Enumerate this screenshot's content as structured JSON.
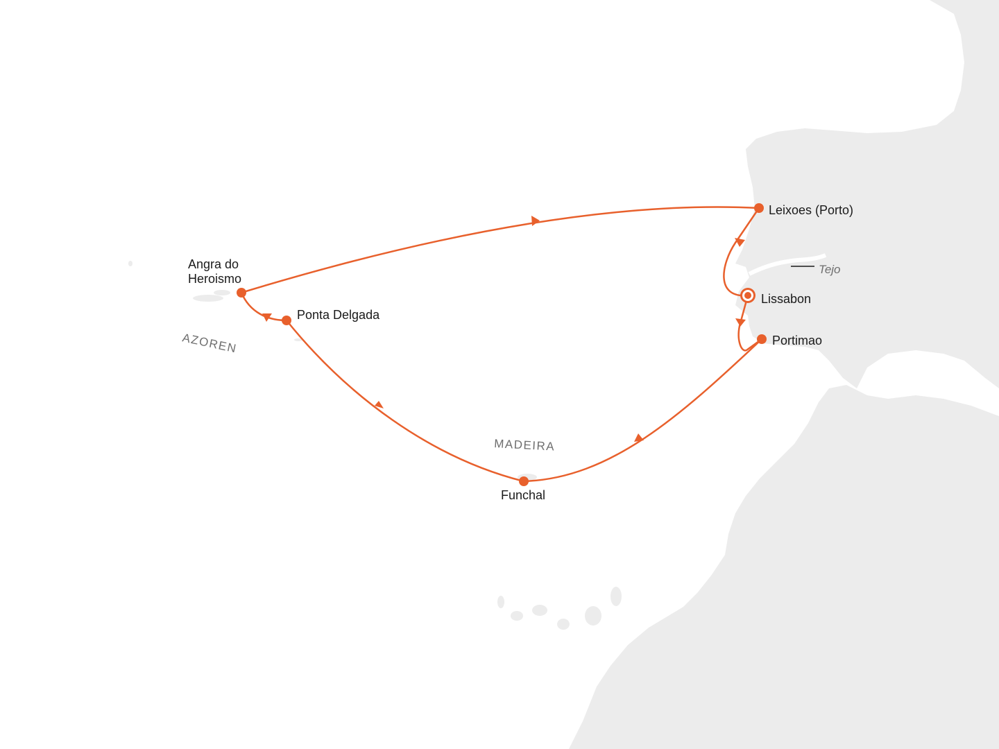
{
  "map": {
    "colors": {
      "route": "#e8602c",
      "land": "#ececec",
      "sea": "#ffffff",
      "label": "#1a1a1a",
      "region_label": "#6e6e6e"
    },
    "ports": [
      {
        "name": "Lissabon",
        "role": "start-end"
      },
      {
        "name": "Leixoes (Porto)",
        "role": "stop"
      },
      {
        "name": "Angra do",
        "name_line2": "Heroismo",
        "role": "stop"
      },
      {
        "name": "Ponta Delgada",
        "role": "stop"
      },
      {
        "name": "Funchal",
        "role": "stop"
      },
      {
        "name": "Portimao",
        "role": "stop"
      }
    ],
    "regions": [
      {
        "name": "AZOREN"
      },
      {
        "name": "MADEIRA"
      }
    ],
    "rivers": [
      {
        "name": "Tejo"
      }
    ]
  }
}
